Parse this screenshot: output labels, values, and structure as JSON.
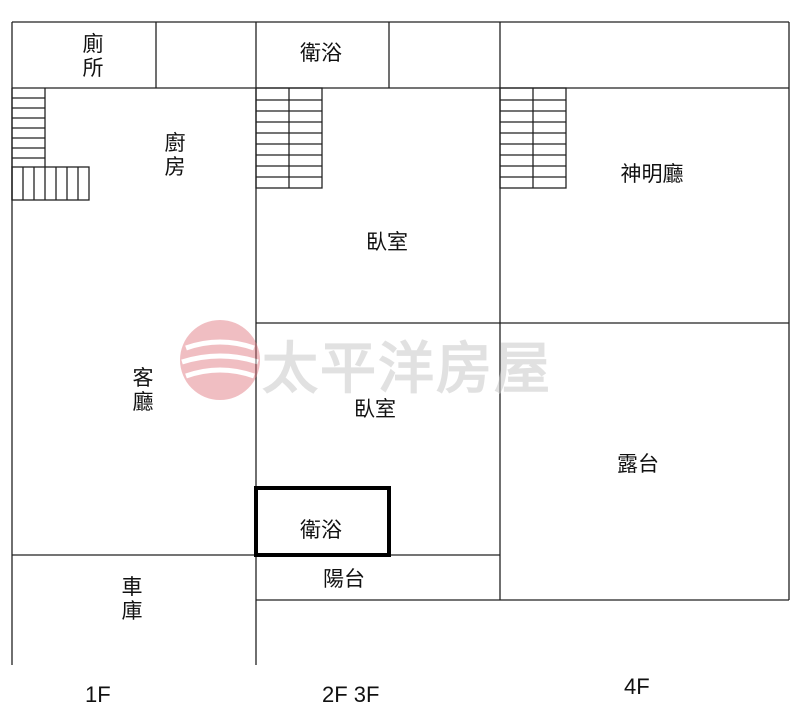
{
  "rooms": {
    "toilet_1f": "廁所",
    "bath_top": "衛浴",
    "kitchen": "廚房",
    "shrine_hall": "神明廳",
    "bedroom_upper": "臥室",
    "living_room": "客廳",
    "bedroom_lower": "臥室",
    "terrace": "露台",
    "bath_lower": "衛浴",
    "balcony": "陽台",
    "garage": "車庫"
  },
  "floors": {
    "f1": "1F",
    "f2_3": "2F 3F",
    "f4": "4F"
  },
  "watermark": {
    "text": "太平洋房屋",
    "color": "#e0707a"
  }
}
